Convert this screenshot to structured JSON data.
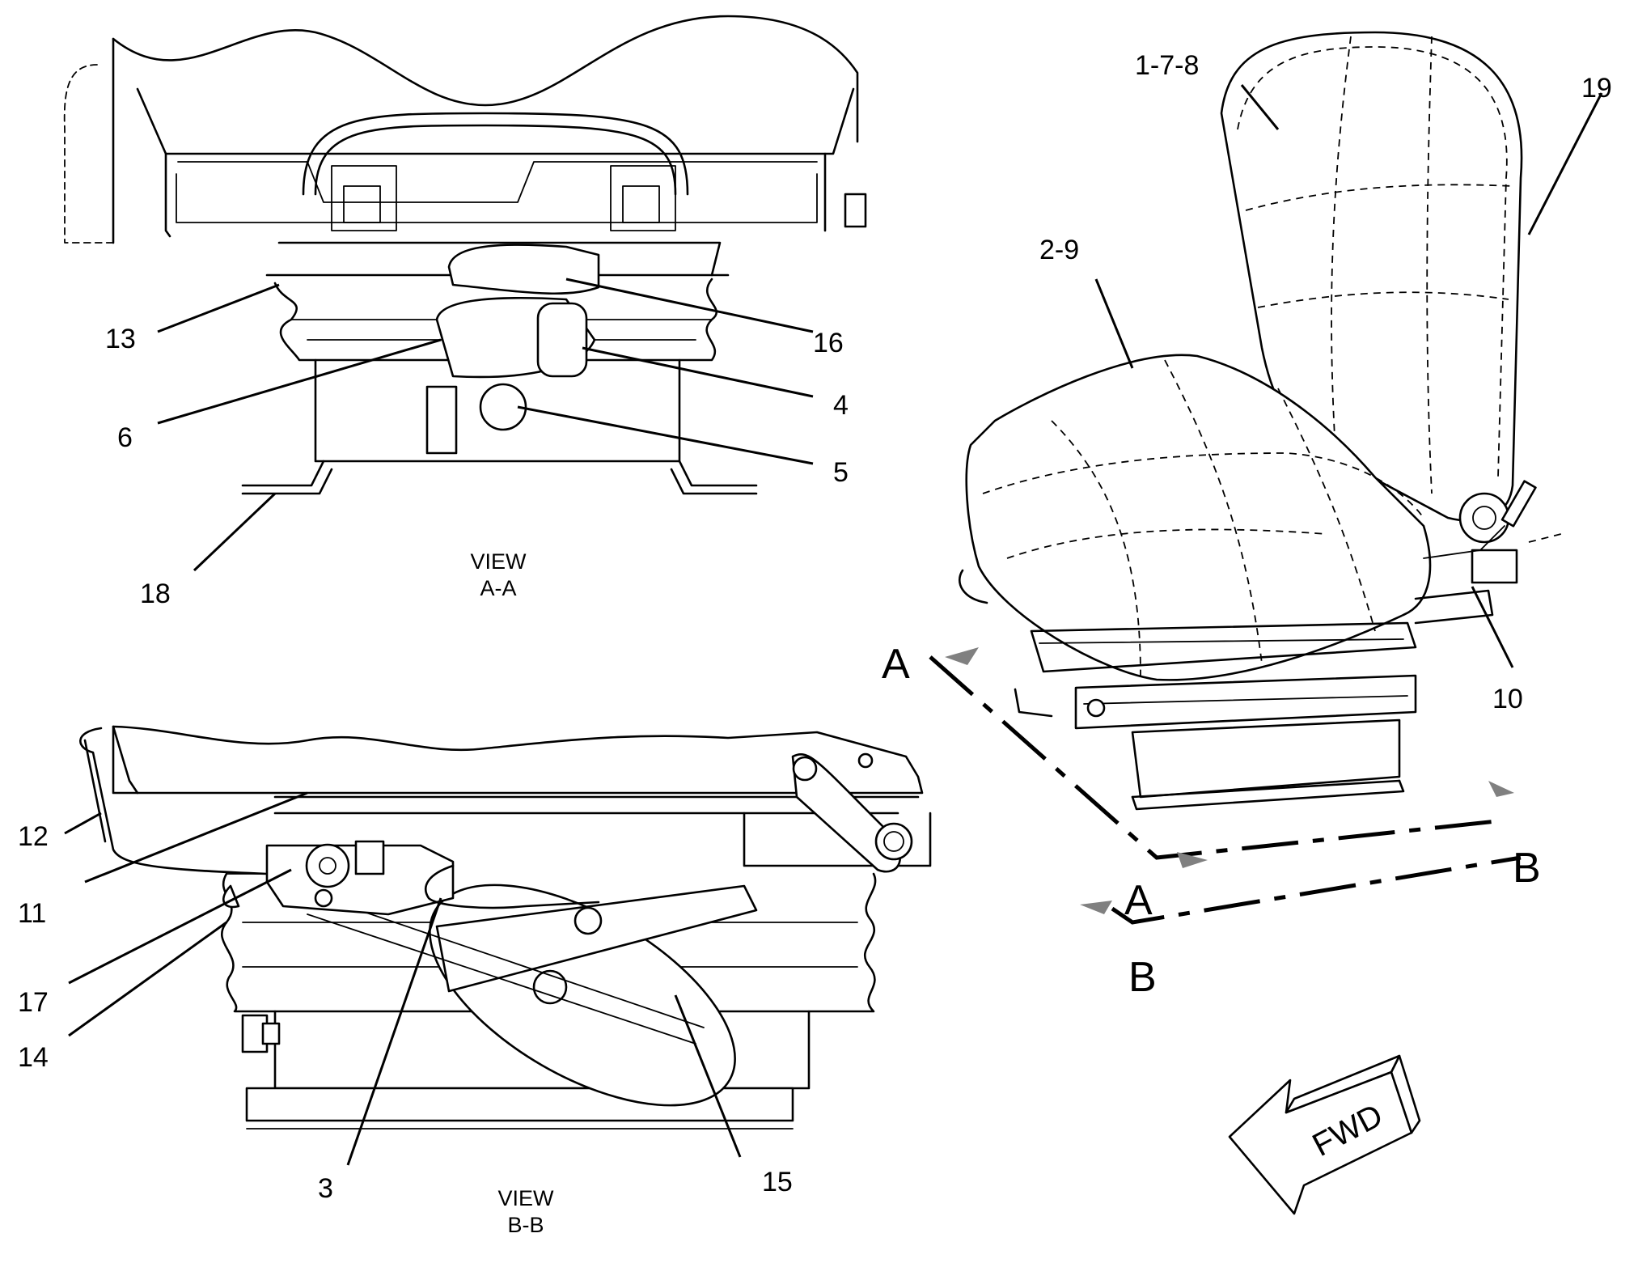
{
  "diagram": {
    "callouts": {
      "c13": "13",
      "c16": "16",
      "c4": "4",
      "c6": "6",
      "c5": "5",
      "c18": "18",
      "c12": "12",
      "c11": "11",
      "c17": "17",
      "c14": "14",
      "c3": "3",
      "c15": "15",
      "c1_7_8": "1-7-8",
      "c19": "19",
      "c2_9": "2-9",
      "c10": "10"
    },
    "view_aa": {
      "word": "VIEW",
      "id": "A-A"
    },
    "view_bb": {
      "word": "VIEW",
      "id": "B-B"
    },
    "section_labels": {
      "a_top": "A",
      "a_bottom": "A",
      "b_right": "B",
      "b_bottom": "B"
    },
    "fwd_arrow": {
      "label": "FWD",
      "icon": "fwd-arrow-icon"
    },
    "colors": {
      "line": "#000000",
      "background": "#ffffff",
      "arrowhead": "#808080"
    }
  }
}
